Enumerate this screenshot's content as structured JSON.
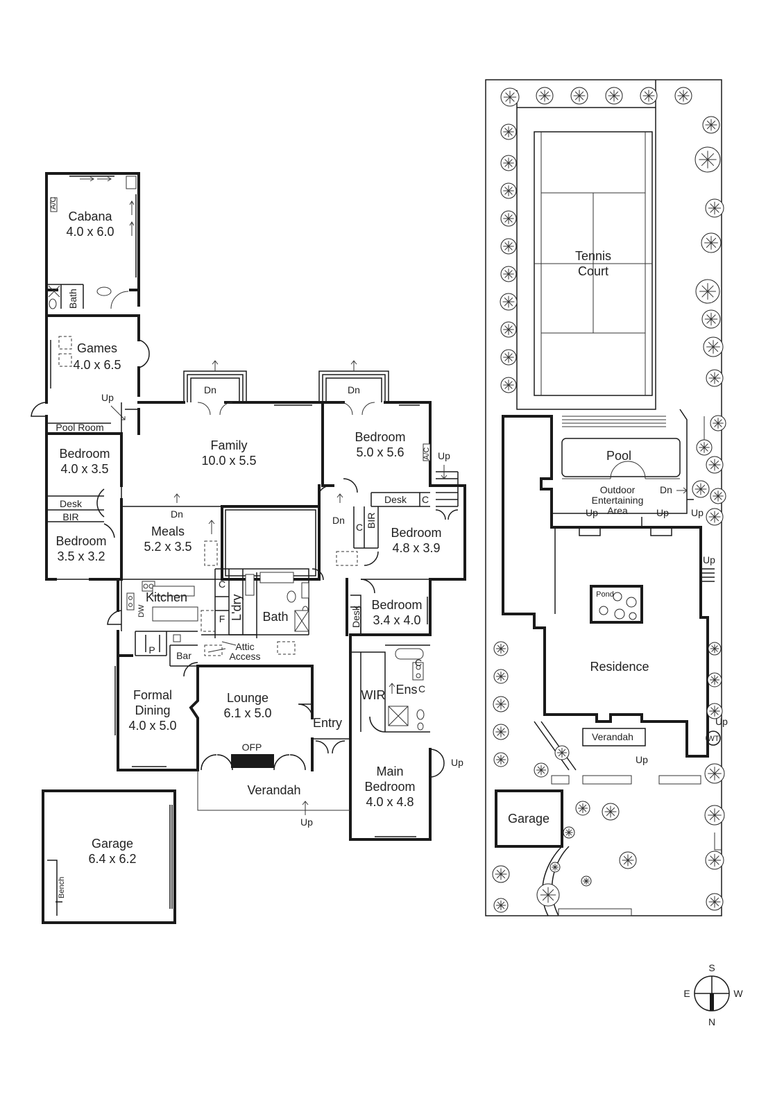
{
  "floor_plan": {
    "cabana": {
      "name": "Cabana",
      "dims": "4.0 x 6.0"
    },
    "games": {
      "name": "Games",
      "dims": "4.0 x 6.5"
    },
    "pool_room": "Pool Room",
    "bed_nw": {
      "name": "Bedroom",
      "dims": "4.0 x 3.5"
    },
    "bed_sw": {
      "name": "Bedroom",
      "dims": "3.5 x 3.2"
    },
    "family": {
      "name": "Family",
      "dims": "10.0 x 5.5"
    },
    "bed_ne": {
      "name": "Bedroom",
      "dims": "5.0 x 5.6"
    },
    "bed_e1": {
      "name": "Bedroom",
      "dims": "4.8 x 3.9"
    },
    "bed_e2": {
      "name": "Bedroom",
      "dims": "3.4 x 4.0"
    },
    "meals": {
      "name": "Meals",
      "dims": "5.2 x 3.5"
    },
    "kitchen": "Kitchen",
    "laundry": "L'dry",
    "bath": "Bath",
    "bath_small": "Bath",
    "formal_dining": {
      "name1": "Formal",
      "name2": "Dining",
      "dims": "4.0 x 5.0"
    },
    "lounge": {
      "name": "Lounge",
      "dims": "6.1 x 5.0"
    },
    "ofp": "OFP",
    "entry": "Entry",
    "verandah": "Verandah",
    "wir": "WIR",
    "ens": "Ens",
    "main_bed": {
      "name1": "Main",
      "name2": "Bedroom",
      "dims": "4.0 x 4.8"
    },
    "garage": {
      "name": "Garage",
      "dims": "6.4 x 6.2"
    },
    "bench": "Bench",
    "desk": "Desk",
    "bir": "BIR",
    "ac": "A/C",
    "dw": "DW",
    "bar": "Bar",
    "pantry": "P",
    "cupboard": "C",
    "fridge": "F",
    "attic1": "Attic",
    "attic2": "Access",
    "up": "Up",
    "dn": "Dn"
  },
  "site_plan": {
    "tennis1": "Tennis",
    "tennis2": "Court",
    "pool": "Pool",
    "outdoor1": "Outdoor",
    "outdoor2": "Entertaining",
    "outdoor3": "Area",
    "pond": "Pond",
    "residence": "Residence",
    "verandah": "Verandah",
    "garage": "Garage",
    "wt": "WT",
    "up": "Up",
    "dn": "Dn"
  },
  "compass": {
    "n": "N",
    "s": "S",
    "e": "E",
    "w": "W"
  },
  "colors": {
    "line": "#1a1a1a",
    "background": "#ffffff",
    "fireplace": "#1a1a1a"
  }
}
